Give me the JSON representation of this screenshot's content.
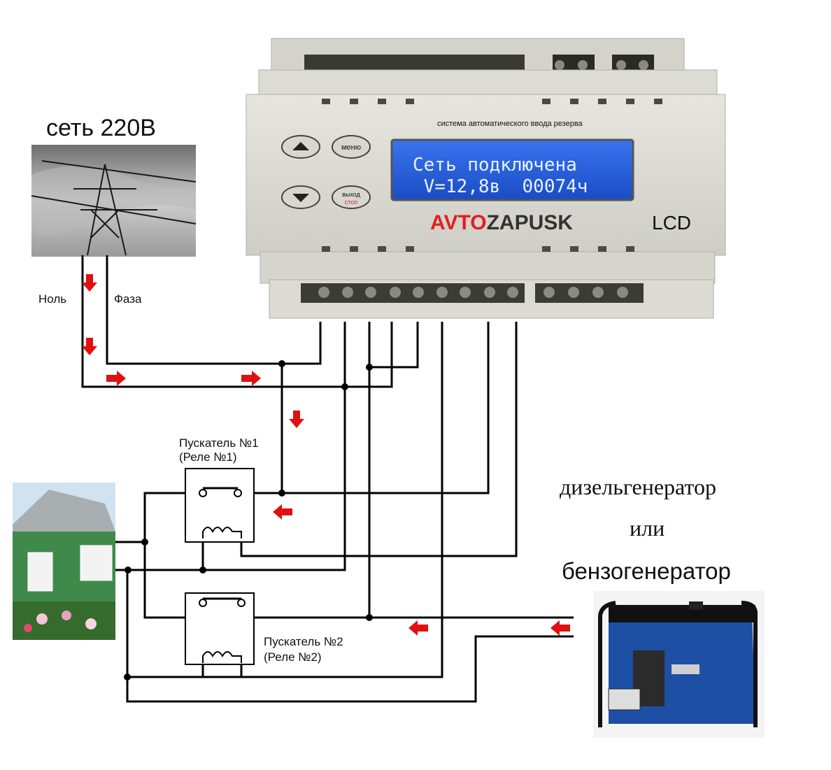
{
  "mains": {
    "title": "сеть 220В",
    "neutral_label": "Ноль",
    "phase_label": "Фаза"
  },
  "controller": {
    "caption": "система автоматического ввода резерва",
    "lcd_line1": "Сеть  подключена",
    "lcd_line2": " V=12,8в  00074ч",
    "brand_red": "AVTO",
    "brand_dark": "ZAPUSK",
    "model": "LCD",
    "btn_menu": "меню",
    "btn_exit": "выход",
    "btn_stop": "стоп",
    "lcd_color": "#1f5ad8"
  },
  "relay1": {
    "line1": "Пускатель №1",
    "line2": "(Реле №1)"
  },
  "relay2": {
    "line1": "Пускатель №2",
    "line2": "(Реле №2)"
  },
  "generator": {
    "line1": "дизельгенератор",
    "line2": "или",
    "line3": "бензогенератор"
  },
  "colors": {
    "wire": "#000000",
    "arrow": "#e01010",
    "panel": "#d9d8d0"
  }
}
